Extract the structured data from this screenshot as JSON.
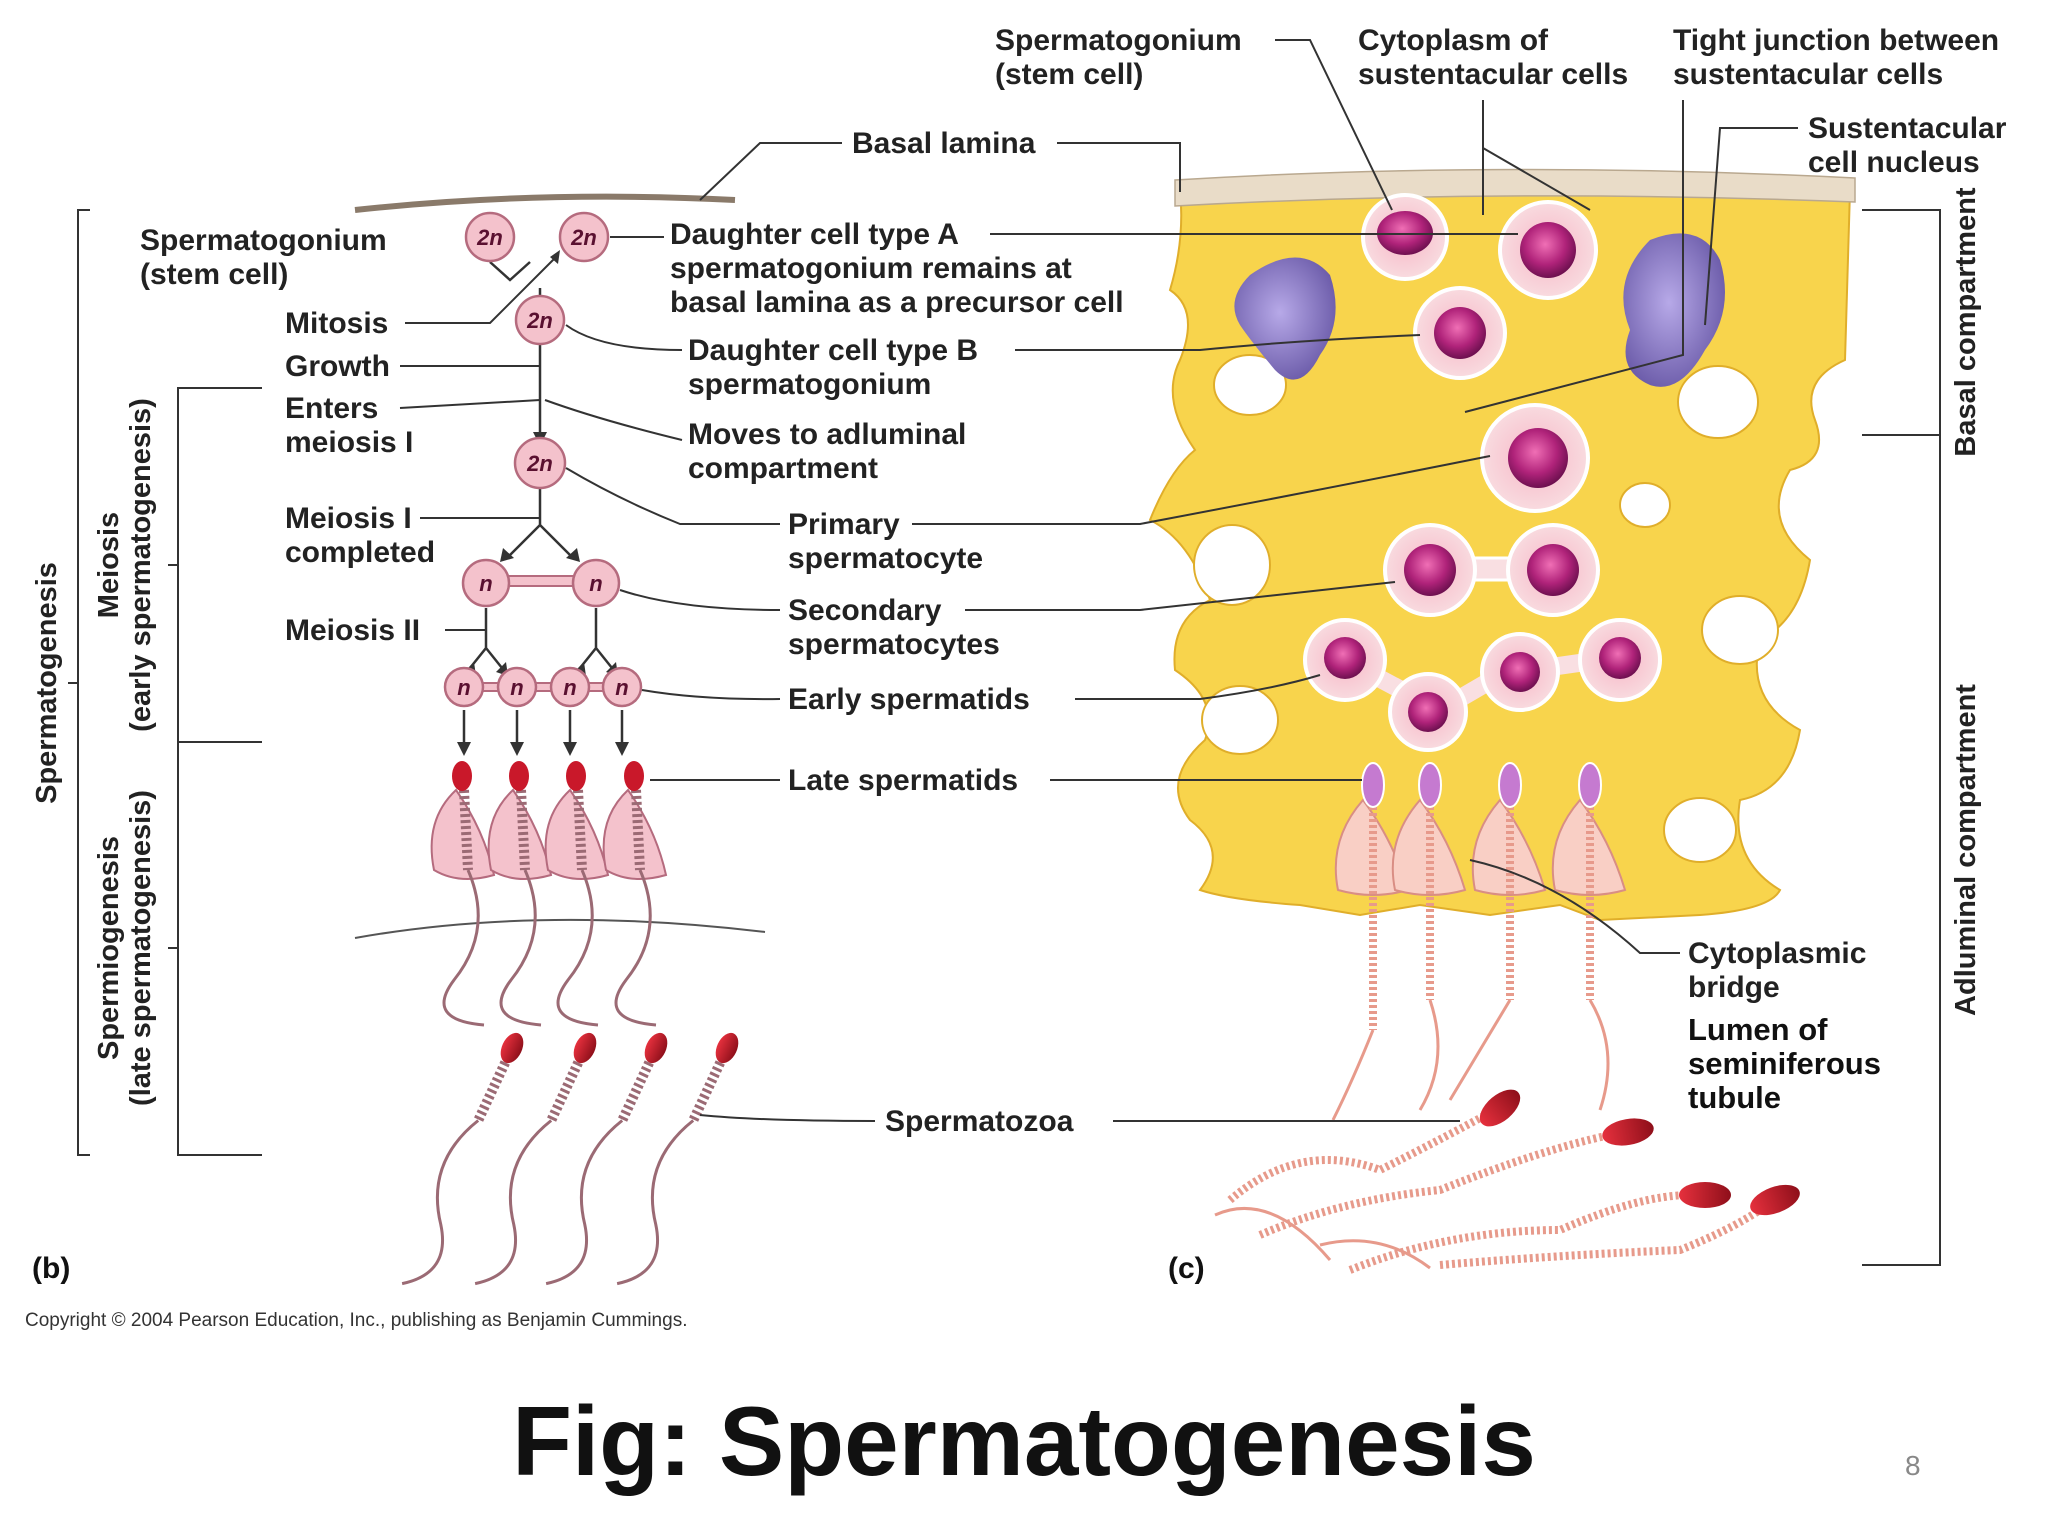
{
  "panel_b": {
    "tag": "(b)",
    "brackets": {
      "outer": "Spermatogenesis",
      "meiosis": [
        "Meiosis",
        "(early spermatogenesis)"
      ],
      "spermiogenesis": [
        "Spermiogenesis",
        "(late spermatogenesis)"
      ]
    },
    "left_labels": {
      "spermatogonium": [
        "Spermatogonium",
        "(stem cell)"
      ],
      "mitosis": "Mitosis",
      "growth": "Growth",
      "enters_meiosis": [
        "Enters",
        "meiosis I"
      ],
      "meiosis1_completed": [
        "Meiosis I",
        "completed"
      ],
      "meiosis2": "Meiosis II"
    },
    "ploidy": {
      "diploid": "2n",
      "haploid": "n"
    }
  },
  "center_labels": {
    "daughter_a": [
      "Daughter cell type A",
      "spermatogonium  remains at",
      "basal lamina as a precursor cell"
    ],
    "daughter_b": [
      "Daughter cell type B",
      "spermatogonium"
    ],
    "moves": [
      "Moves to adluminal",
      "compartment"
    ],
    "primary": [
      "Primary",
      "spermatocyte"
    ],
    "secondary": [
      "Secondary",
      "spermatocytes"
    ],
    "early": "Early  spermatids",
    "late": "Late spermatids",
    "spermatozoa": "Spermatozoa",
    "basal_lamina": "Basal lamina"
  },
  "panel_c": {
    "tag": "(c)",
    "top_labels": {
      "spermatogonium": [
        "Spermatogonium",
        "(stem cell)"
      ],
      "cytoplasm": [
        "Cytoplasm of",
        "sustentacular cells"
      ],
      "tight_junction": [
        "Tight junction between",
        "sustentacular cells"
      ],
      "nucleus": [
        "Sustentacular",
        "cell nucleus"
      ]
    },
    "right_labels": {
      "bridge": [
        "Cytoplasmic",
        "bridge"
      ],
      "lumen": [
        "Lumen of",
        "seminiferous",
        "tubule"
      ]
    },
    "compartments": {
      "basal": "Basal compartment",
      "adluminal": "Adluminal compartment"
    }
  },
  "copyright": "Copyright © 2004 Pearson Education, Inc., publishing as Benjamin Cummings.",
  "title": "Fig: Spermatogenesis",
  "page_number": "8",
  "colors": {
    "cell_fill": "#f4c2cc",
    "cell_stroke": "#b56b7e",
    "tissue": "#f8d44c",
    "nucleus": "#b0237a",
    "sustentacular_nucleus": "#8a7ac9",
    "sperm_head": "#c9182a"
  }
}
